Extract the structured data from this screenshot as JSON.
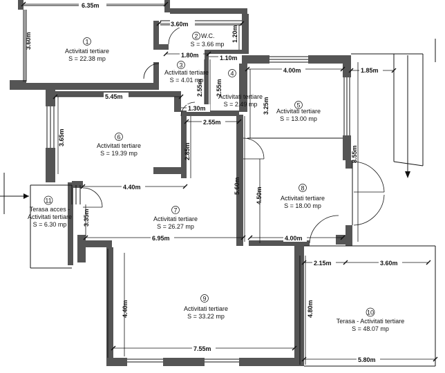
{
  "dimensions": {
    "top_6_35": "6.35m",
    "left_3_60": "3.60m",
    "wc_3_60": "3.60m",
    "wc_1_20": "1.20m",
    "r3_1_80": "1.80m",
    "r4_1_10": "1.10m",
    "r3_2_55": "2.55m",
    "r4_2_55": "2.55m",
    "r5_4_00": "4.00m",
    "r5_3_25": "3.25m",
    "stair_1_85": "1.85m",
    "r6_5_45": "5.45m",
    "r6_1_30": "1.30m",
    "r6_3_65": "3.65m",
    "r7_2_55": "2.55m",
    "r6_2_85": "2.85m",
    "r8_8_55": "8.55m",
    "r7_5_60": "5.60m",
    "r8_4_50": "4.50m",
    "r7_4_40": "4.40m",
    "r11_3_35": "3.35m",
    "r7_6_95": "6.95m",
    "r8_4_00": "4.00m",
    "r10_2_15": "2.15m",
    "r10_3_60": "3.60m",
    "r9_4_40": "4.40m",
    "r10_4_80": "4.80m",
    "r9_7_55": "7.55m",
    "r10_5_80": "5.80m"
  },
  "rooms": [
    {
      "number": "1",
      "name": "Activitati tertiare",
      "area": "S = 22.38 mp"
    },
    {
      "number": "2",
      "name": "W.C.",
      "area": "S = 3.66 mp"
    },
    {
      "number": "3",
      "name": "Activitati tertiare",
      "area": "S = 4.01 mp"
    },
    {
      "number": "4",
      "name": "Activitati tertiare",
      "area": "S = 2.49 mp"
    },
    {
      "number": "5",
      "name": "Activitati tertiare",
      "area": "S = 13.00 mp"
    },
    {
      "number": "6",
      "name": "Activitati tertiare",
      "area": "S = 19.39 mp"
    },
    {
      "number": "7",
      "name": "Activitati tertiare",
      "area": "S = 26.27 mp"
    },
    {
      "number": "8",
      "name": "Activitati tertiare",
      "area": "S = 18.00 mp"
    },
    {
      "number": "9",
      "name": "Activitati tertiare",
      "area": "S = 33.22 mp"
    },
    {
      "number": "10",
      "name": "Terasa - Activitati tertiare",
      "area": "S = 48.07 mp"
    },
    {
      "number": "11",
      "name": "Terasa acces -",
      "name2": "Activitati tertiare",
      "area": "S = 6.30 mp"
    }
  ],
  "colors": {
    "wall": "#555555",
    "line": "#111111",
    "background": "#ffffff"
  }
}
